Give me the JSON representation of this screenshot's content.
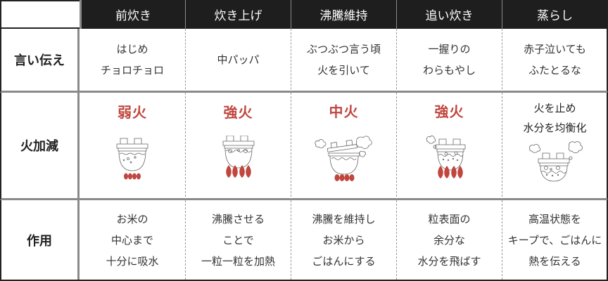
{
  "header": {
    "corner": "",
    "stages": [
      "前炊き",
      "炊き上げ",
      "沸騰維持",
      "追い炊き",
      "蒸らし"
    ]
  },
  "rows": [
    {
      "label": "言い伝え",
      "cells": [
        [
          "はじめ",
          "チョロチョロ"
        ],
        [
          "中パッパ"
        ],
        [
          "ぶつぶつ言う頃",
          "火を引いて"
        ],
        [
          "一握りの",
          "わらもやし"
        ],
        [
          "赤子泣いても",
          "ふたとるな"
        ]
      ]
    },
    {
      "label": "火加減",
      "cells": [
        {
          "heat": "弱火",
          "flames": "small",
          "steam": "none"
        },
        {
          "heat": "強火",
          "flames": "large",
          "steam": "none"
        },
        {
          "heat": "中火",
          "flames": "medium",
          "steam": "lid-lifted"
        },
        {
          "heat": "強火",
          "flames": "large",
          "steam": "light"
        },
        {
          "heat_note": [
            "火を止め",
            "水分を均衡化"
          ],
          "flames": "none",
          "steam": "both-sides"
        }
      ]
    },
    {
      "label": "作用",
      "cells": [
        [
          "お米の",
          "中心まで",
          "十分に吸水"
        ],
        [
          "沸騰させる",
          "ことで",
          "一粒一粒を加熱"
        ],
        [
          "沸騰を維持し",
          "お米から",
          "ごはんにする"
        ],
        [
          "粒表面の",
          "余分な",
          "水分を飛ばす"
        ],
        [
          "高温状態を",
          "キープで、ごはんに",
          "熱を伝える"
        ]
      ]
    }
  ],
  "colors": {
    "header_bg": "#1e1e1e",
    "heat_text": "#c0463e",
    "flame": "#c0463e",
    "line": "#8a8a8a"
  }
}
